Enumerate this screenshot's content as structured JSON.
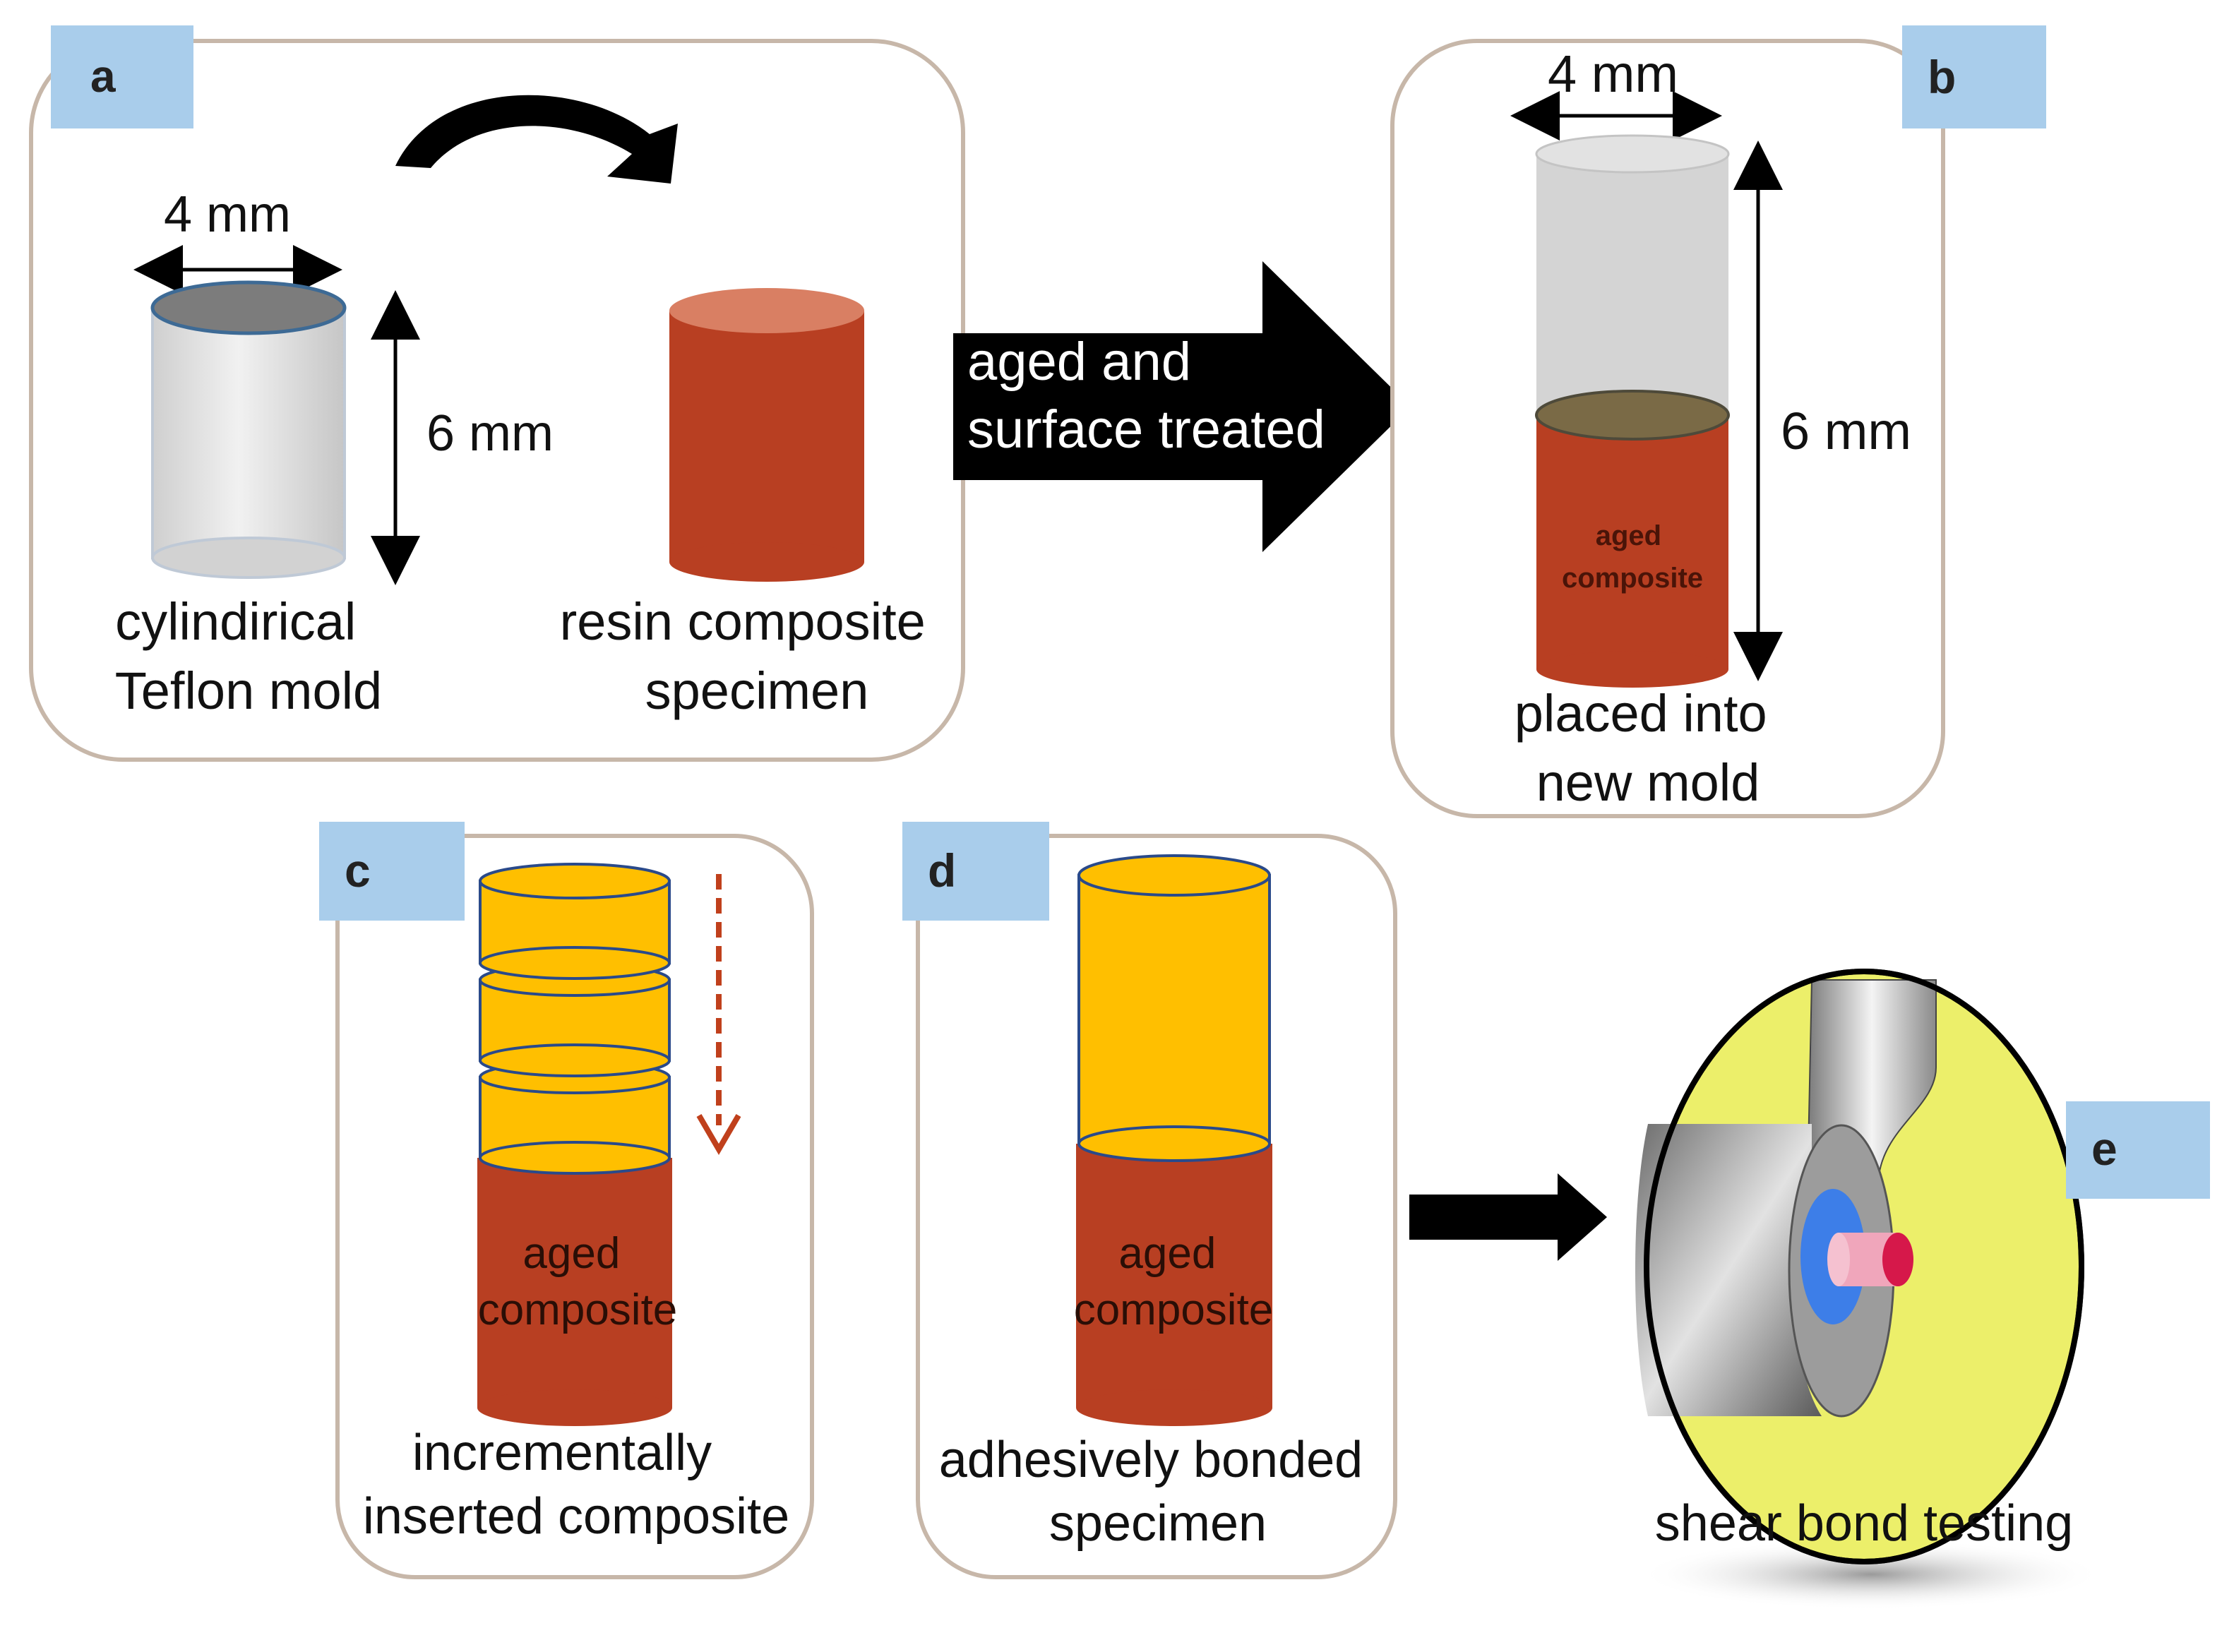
{
  "panels": {
    "a": {
      "tag": "a",
      "mold_width": "4 mm",
      "mold_height": "6 mm",
      "mold_caption": [
        "cylindirical",
        "Teflon mold"
      ],
      "specimen_caption": [
        "resin composite",
        "specimen"
      ]
    },
    "transition": [
      "aged and",
      "surface treated"
    ],
    "b": {
      "tag": "b",
      "width": "4 mm",
      "height": "6 mm",
      "cylinder_label": [
        "aged",
        "composite"
      ],
      "caption": [
        "placed into",
        "new mold"
      ]
    },
    "c": {
      "tag": "c",
      "cylinder_label": [
        "aged",
        "composite"
      ],
      "caption": [
        "incrementally",
        "inserted composite"
      ]
    },
    "d": {
      "tag": "d",
      "cylinder_label": [
        "aged",
        "composite"
      ],
      "caption": [
        "adhesively bonded",
        "specimen"
      ]
    },
    "e": {
      "tag": "e",
      "caption": "shear bond testing"
    }
  },
  "colors": {
    "panel_border": "#c7b7a9",
    "tag_fill": "#a9cdeb",
    "composite": "#b83f22",
    "composite_top": "#d97f63",
    "increment": "#ffbf00",
    "mold_gray": "#d8d8d8",
    "arrow": "#000000",
    "fixture_yellow": "#ecef6a",
    "dashed_arrow": "#c0401c"
  }
}
